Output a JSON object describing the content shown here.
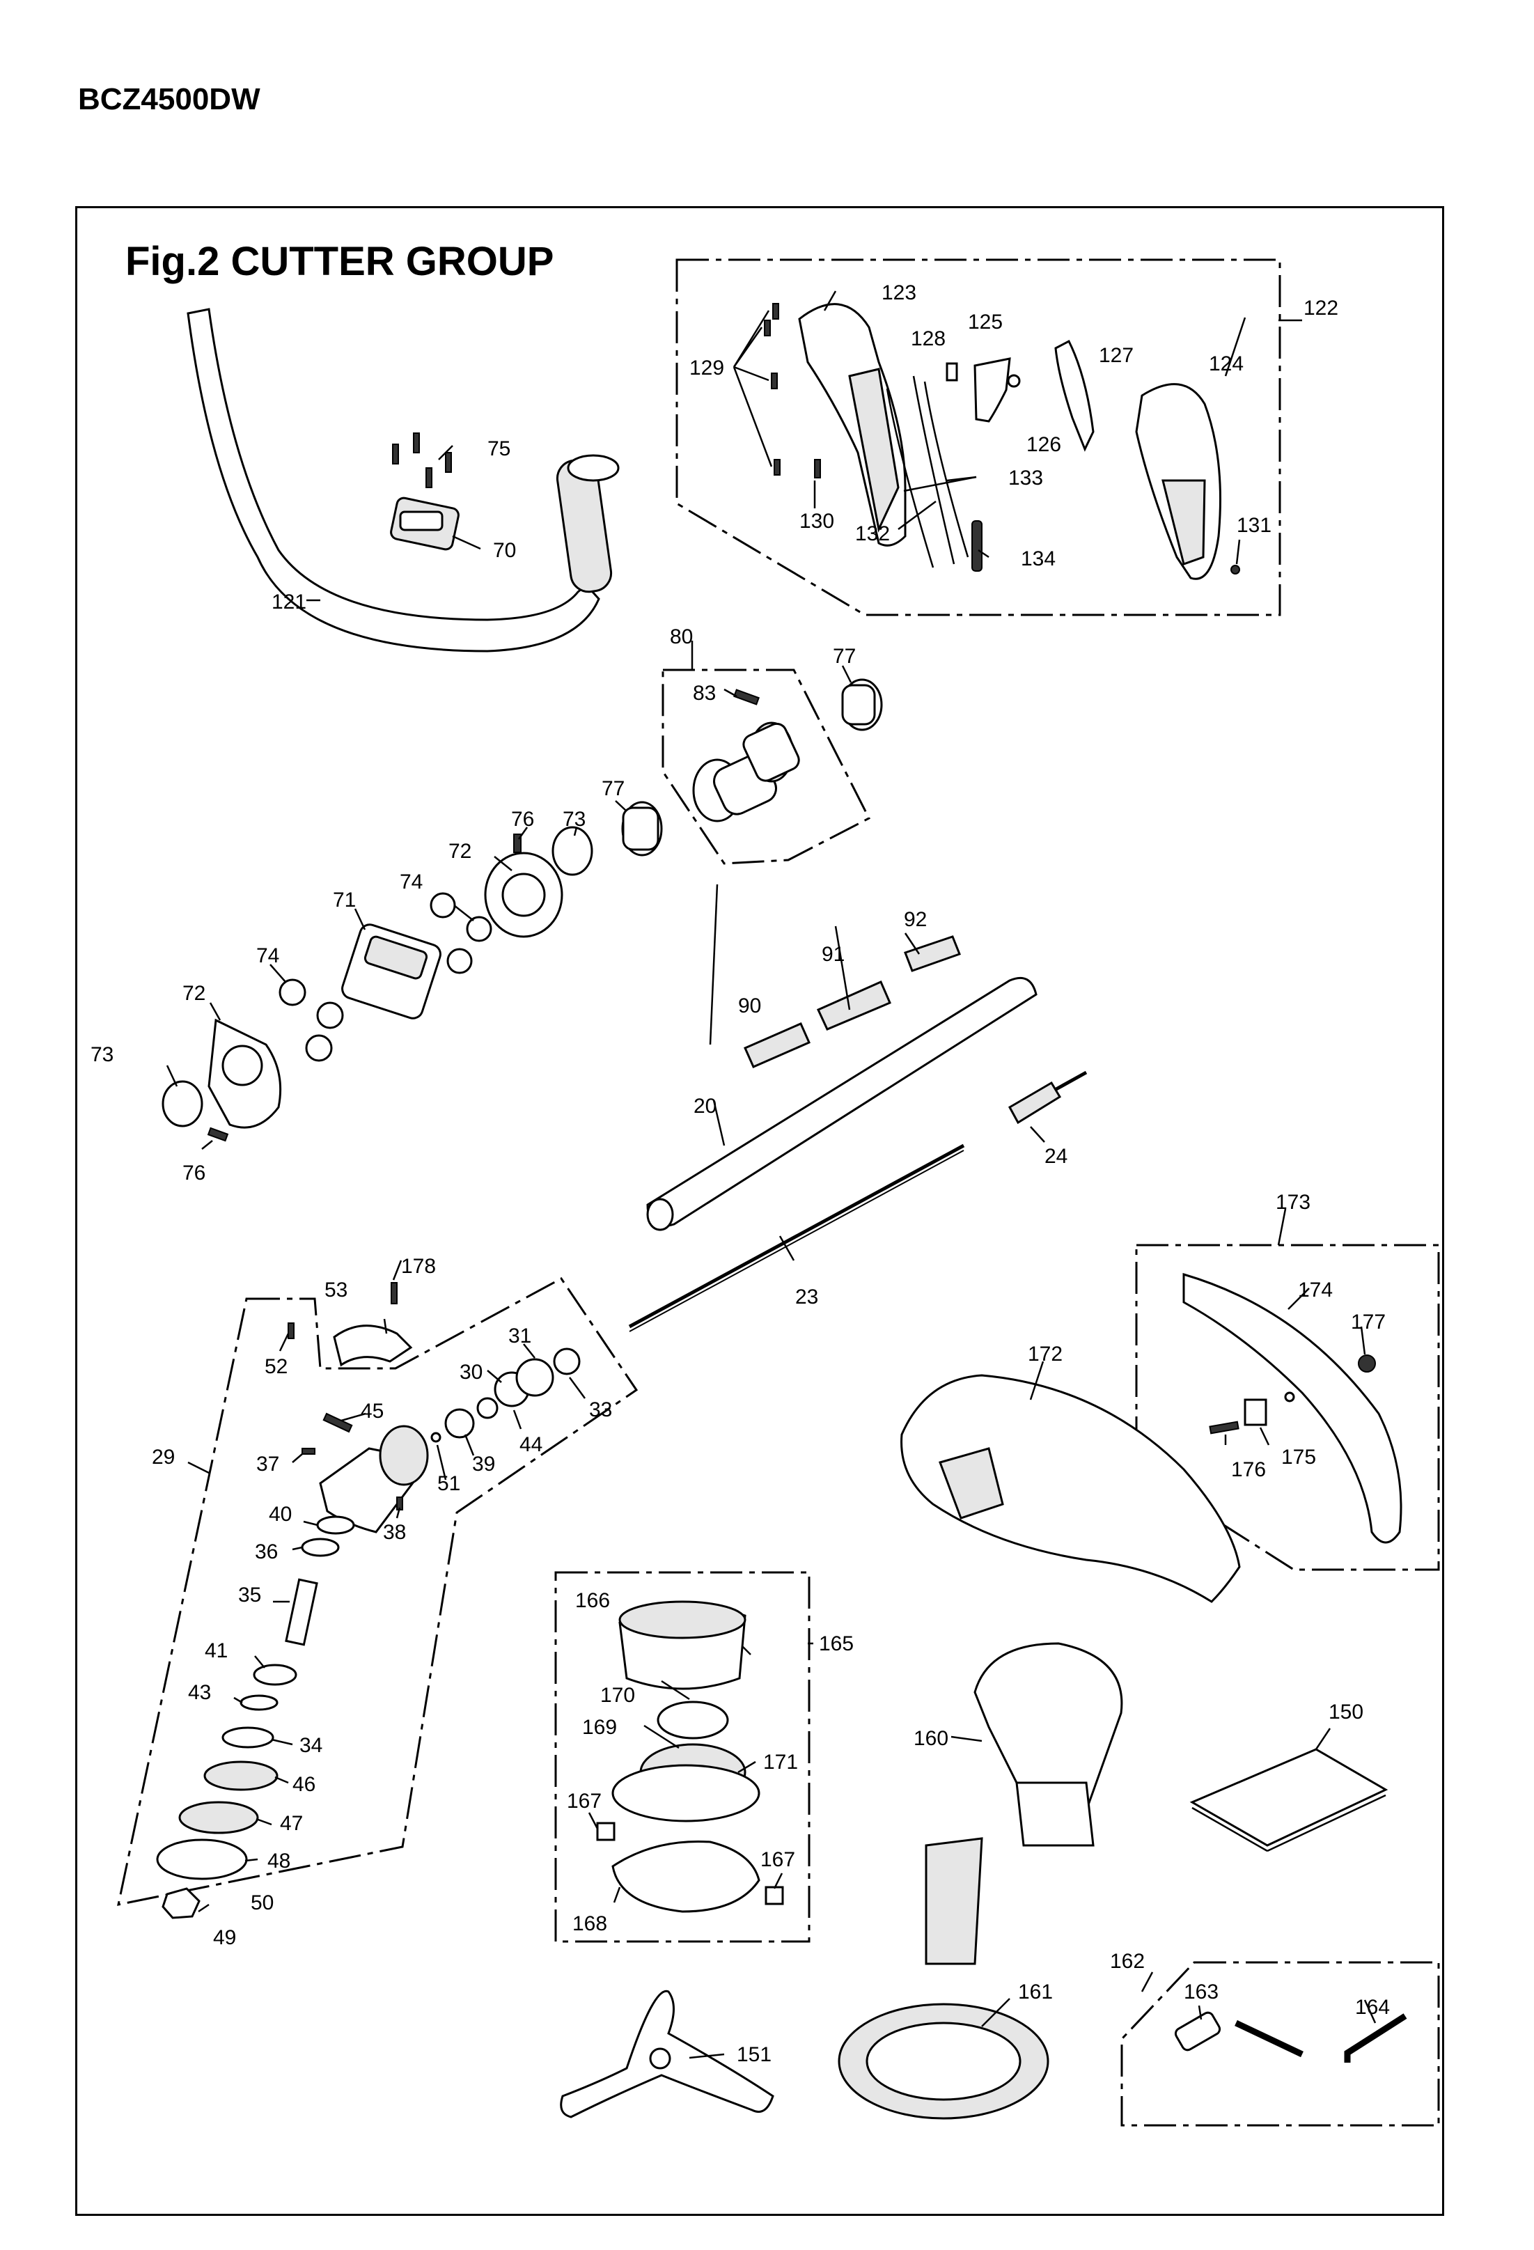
{
  "header": {
    "model": "BCZ4500DW"
  },
  "figure": {
    "title": "Fig.2  CUTTER GROUP"
  },
  "callouts": [
    "20",
    "23",
    "24",
    "29",
    "30",
    "31",
    "33",
    "34",
    "35",
    "36",
    "37",
    "38",
    "39",
    "40",
    "41",
    "43",
    "44",
    "45",
    "46",
    "47",
    "48",
    "49",
    "50",
    "51",
    "52",
    "53",
    "70",
    "71",
    "72",
    "72b",
    "73",
    "73b",
    "74",
    "74b",
    "75",
    "76",
    "76b",
    "77",
    "77b",
    "80",
    "83",
    "90",
    "91",
    "92",
    "121",
    "122",
    "123",
    "124",
    "125",
    "126",
    "127",
    "128",
    "129",
    "130",
    "131",
    "132",
    "133",
    "134",
    "150",
    "151",
    "160",
    "161",
    "162",
    "163",
    "164",
    "165",
    "166",
    "167",
    "167b",
    "168",
    "169",
    "170",
    "171",
    "172",
    "173",
    "174",
    "175",
    "176",
    "177",
    "178"
  ],
  "labels": {
    "20": "20",
    "23": "23",
    "24": "24",
    "29": "29",
    "30": "30",
    "31": "31",
    "33": "33",
    "34": "34",
    "35": "35",
    "36": "36",
    "37": "37",
    "38": "38",
    "39": "39",
    "40": "40",
    "41": "41",
    "43": "43",
    "44": "44",
    "45": "45",
    "46": "46",
    "47": "47",
    "48": "48",
    "49": "49",
    "50": "50",
    "51": "51",
    "52": "52",
    "53": "53",
    "70": "70",
    "71": "71",
    "72": "72",
    "72b": "72",
    "73": "73",
    "73b": "73",
    "74": "74",
    "74b": "74",
    "75": "75",
    "76": "76",
    "76b": "76",
    "77": "77",
    "77b": "77",
    "80": "80",
    "83": "83",
    "90": "90",
    "91": "91",
    "92": "92",
    "121": "121",
    "122": "122",
    "123": "123",
    "124": "124",
    "125": "125",
    "126": "126",
    "127": "127",
    "128": "128",
    "129": "129",
    "130": "130",
    "131": "131",
    "132": "132",
    "133": "133",
    "134": "134",
    "150": "150",
    "151": "151",
    "160": "160",
    "161": "161",
    "162": "162",
    "163": "163",
    "164": "164",
    "165": "165",
    "166": "166",
    "167": "167",
    "167b": "167",
    "168": "168",
    "169": "169",
    "170": "170",
    "171": "171",
    "172": "172",
    "173": "173",
    "174": "174",
    "175": "175",
    "176": "176",
    "177": "177",
    "178": "178"
  }
}
